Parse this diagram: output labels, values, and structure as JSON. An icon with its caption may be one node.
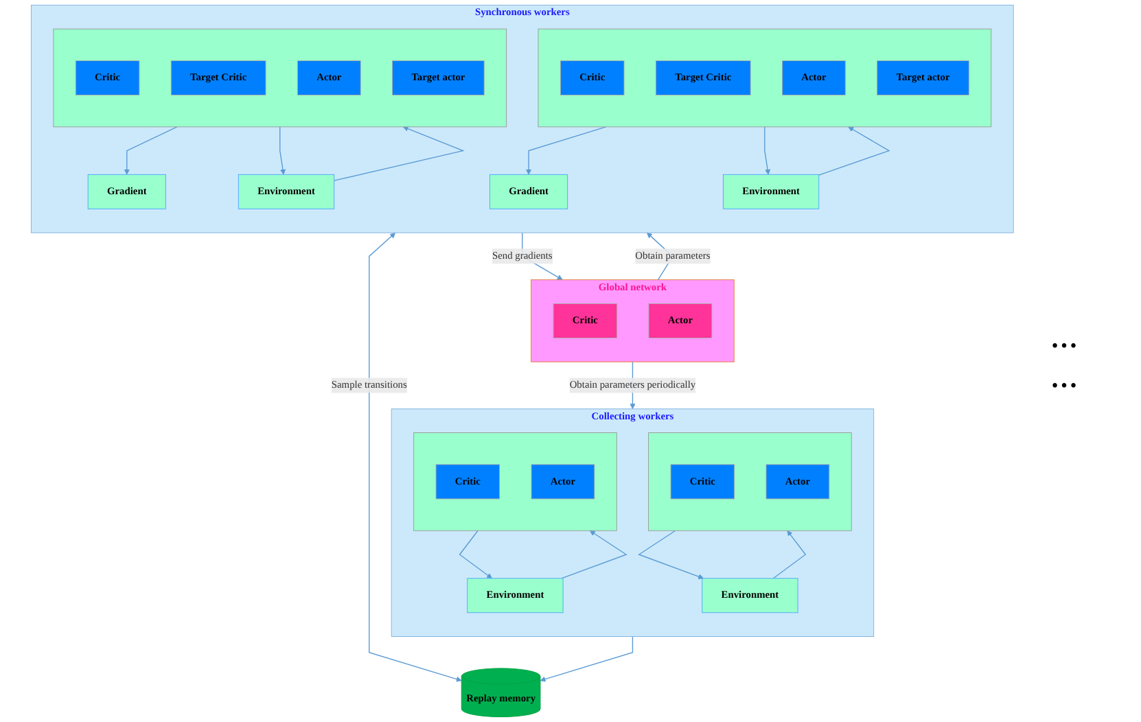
{
  "diagram": {
    "nodes": [
      {
        "text": [
          "Global network"
        ]
      },
      {
        "text": [
          "Critic"
        ],
        "in": 0
      },
      {
        "text": [
          "Actor"
        ],
        "in": 0
      },
      {
        "text": [
          "Synchronous workers"
        ]
      },
      {
        "text": [
          "Gradient"
        ],
        "in": 3
      },
      {
        "text": [],
        "shape": "box",
        "in": 3
      },
      {
        "text": [
          "Critic"
        ],
        "in": 5
      },
      {
        "text": [
          "Target Critic"
        ],
        "in": 5
      },
      {
        "text": [
          "Actor"
        ],
        "in": 5
      },
      {
        "text": [
          "Target actor"
        ],
        "in": 5
      },
      {
        "text": [
          "Environment"
        ],
        "in": 3
      },
      {
        "text": [
          "Gradient"
        ],
        "in": 3
      },
      {
        "text": [],
        "shape": "box",
        "in": 3
      },
      {
        "text": [
          "Critic"
        ],
        "in": 12
      },
      {
        "text": [
          "Target Critic"
        ],
        "in": 12
      },
      {
        "text": [
          "Actor"
        ],
        "in": 12
      },
      {
        "text": [
          "Target actor"
        ],
        "in": 12
      },
      {
        "text": [
          "Environment"
        ],
        "in": 3
      },
      {
        "text": [
          "Collecting workers"
        ]
      },
      {
        "text": [],
        "shape": "box",
        "in": 18
      },
      {
        "text": [
          "Critic"
        ],
        "in": 19
      },
      {
        "text": [
          "Actor"
        ],
        "in": 19
      },
      {
        "text": [
          "Environment"
        ],
        "in": 18
      },
      {
        "text": [],
        "shape": "box",
        "in": 18
      },
      {
        "text": [
          "Critic"
        ],
        "in": 23
      },
      {
        "text": [
          "Actor"
        ],
        "in": 23
      },
      {
        "text": [
          "Environment"
        ],
        "in": 18
      },
      {
        "text": [
          "Replay memory"
        ]
      }
    ],
    "edges": [
      {
        "from": 0,
        "to": 3,
        "arrow": "to",
        "label": "Obtain parameters"
      },
      {
        "from": 0,
        "to": 18,
        "arrow": "to",
        "label": "Obtain parameters periodically"
      },
      {
        "from": 3,
        "to": 0,
        "arrow": "to",
        "label": "Send gradients"
      },
      {
        "from": 5,
        "to": 4,
        "arrow": "to"
      },
      {
        "from": 5,
        "to": 10,
        "arrow": "to"
      },
      {
        "from": 10,
        "to": 5,
        "arrow": "to"
      },
      {
        "from": 12,
        "to": 11,
        "arrow": "to"
      },
      {
        "from": 12,
        "to": 17,
        "arrow": "to"
      },
      {
        "from": 17,
        "to": 12,
        "arrow": "to"
      },
      {
        "from": 19,
        "to": 22,
        "arrow": "to"
      },
      {
        "from": 22,
        "to": 19,
        "arrow": "to"
      },
      {
        "from": 23,
        "to": 26,
        "arrow": "to"
      },
      {
        "from": 26,
        "to": 23,
        "arrow": "to"
      },
      {
        "from": 3,
        "to": 27,
        "arrow": "both",
        "label": "Sample transitions"
      },
      {
        "from": 18,
        "to": 27,
        "arrow": "to"
      }
    ],
    "labels": [
      "…",
      "…"
    ]
  }
}
